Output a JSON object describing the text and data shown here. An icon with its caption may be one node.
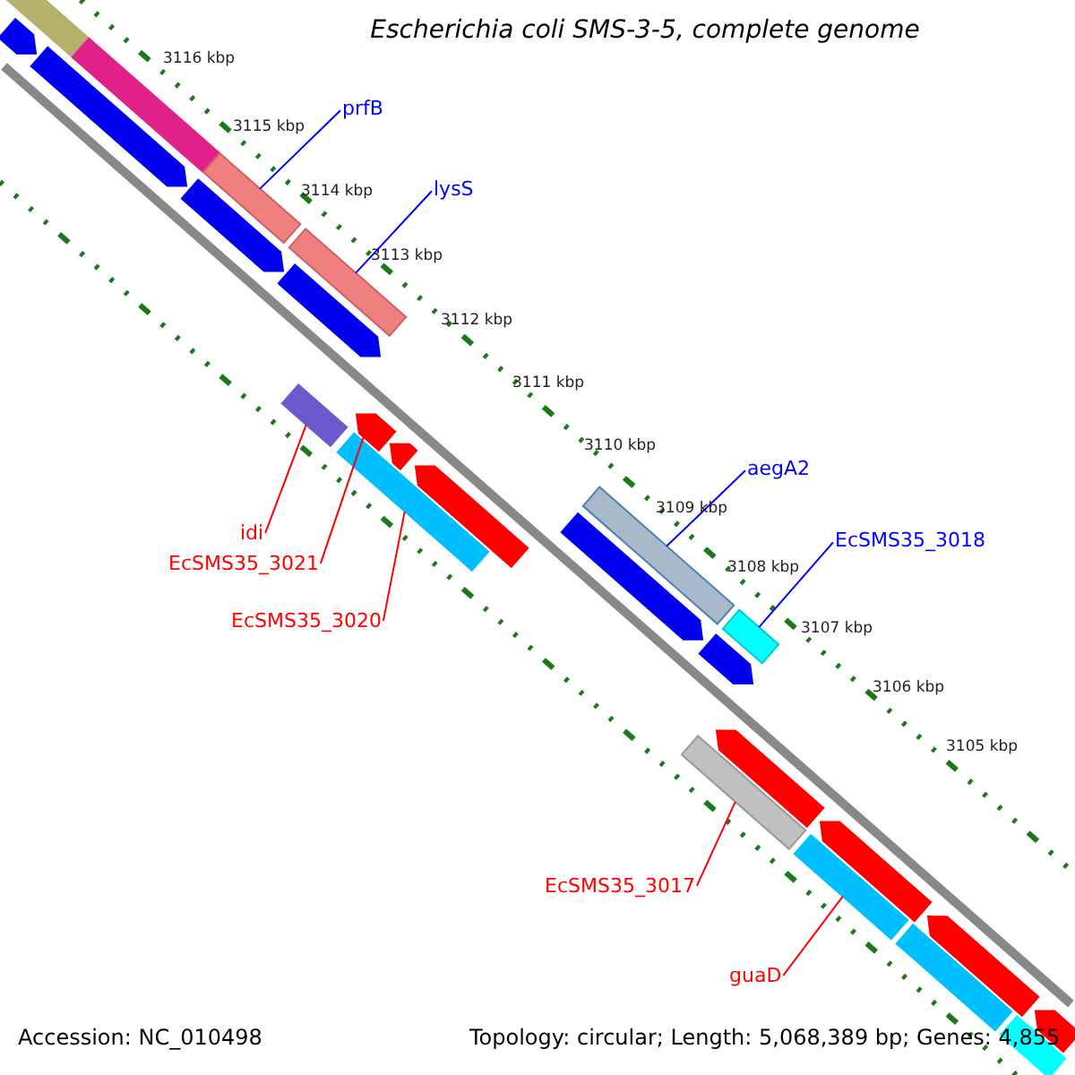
{
  "diagram": {
    "title": "Escherichia coli SMS-3-5, complete genome",
    "nodes": [
      {
        "text": [
          "prfB"
        ]
      },
      {
        "text": [
          "lysS"
        ]
      },
      {
        "text": [
          "aegA2"
        ]
      },
      {
        "text": [
          "EcSMS35_3018"
        ]
      },
      {
        "text": [
          "idi"
        ]
      },
      {
        "text": [
          "EcSMS35_3021"
        ]
      },
      {
        "text": [
          "EcSMS35_3020"
        ]
      },
      {
        "text": [
          "EcSMS35_3017"
        ]
      },
      {
        "text": [
          "guaD"
        ]
      },
      {
        "text": [],
        "shape": "bar"
      },
      {
        "text": [],
        "shape": "arrow"
      },
      {
        "text": [],
        "shape": "arrow"
      },
      {
        "text": [],
        "shape": "bar"
      },
      {
        "text": [],
        "shape": "arrow"
      },
      {
        "text": [],
        "shape": "bar"
      },
      {
        "text": [],
        "shape": "arrow"
      },
      {
        "text": [],
        "shape": "bar"
      },
      {
        "text": [],
        "shape": "bar"
      },
      {
        "text": [],
        "shape": "bar"
      },
      {
        "text": [],
        "shape": "arrow"
      },
      {
        "text": [],
        "shape": "arrow"
      },
      {
        "text": [],
        "shape": "arrow"
      },
      {
        "text": [],
        "shape": "arrow"
      },
      {
        "text": [],
        "shape": "bar"
      },
      {
        "text": [],
        "shape": "bar"
      },
      {
        "text": [],
        "shape": "arrow"
      },
      {
        "text": [],
        "shape": "arrow"
      },
      {
        "text": [],
        "shape": "bar"
      },
      {
        "text": [],
        "shape": "bar"
      },
      {
        "text": [],
        "shape": "arrow"
      },
      {
        "text": [],
        "shape": "bar"
      },
      {
        "text": [],
        "shape": "arrow"
      },
      {
        "text": [],
        "shape": "bar"
      },
      {
        "text": [],
        "shape": "arrow"
      }
    ],
    "edges": [
      {
        "from": 0,
        "to": 14,
        "arrow": "none",
        "color": "#0000ff"
      },
      {
        "from": 1,
        "to": 17,
        "arrow": "none",
        "color": "#0000ff"
      },
      {
        "from": 2,
        "to": 23,
        "arrow": "none",
        "color": "#0000ff"
      },
      {
        "from": 3,
        "to": 27,
        "arrow": "none",
        "color": "#0000ff"
      },
      {
        "from": 4,
        "to": 16,
        "arrow": "none",
        "color": "#ff0000"
      },
      {
        "from": 5,
        "to": 19,
        "arrow": "none",
        "color": "#ff0000"
      },
      {
        "from": 6,
        "to": 18,
        "arrow": "none",
        "color": "#ff0000"
      },
      {
        "from": 7,
        "to": 24,
        "arrow": "none",
        "color": "#ff0000"
      },
      {
        "from": 8,
        "to": 28,
        "arrow": "none",
        "color": "#ff0000"
      }
    ],
    "labels": [
      "3116 kbp",
      "3115 kbp",
      "3114 kbp",
      "3113 kbp",
      "3112 kbp",
      "3111 kbp",
      "3110 kbp",
      "3109 kbp",
      "3108 kbp",
      "3107 kbp",
      "3106 kbp",
      "3105 kbp",
      "Accession: NC_010498",
      "Topology: circular; Length: 5,068,389 bp; Genes: 4,855"
    ]
  }
}
